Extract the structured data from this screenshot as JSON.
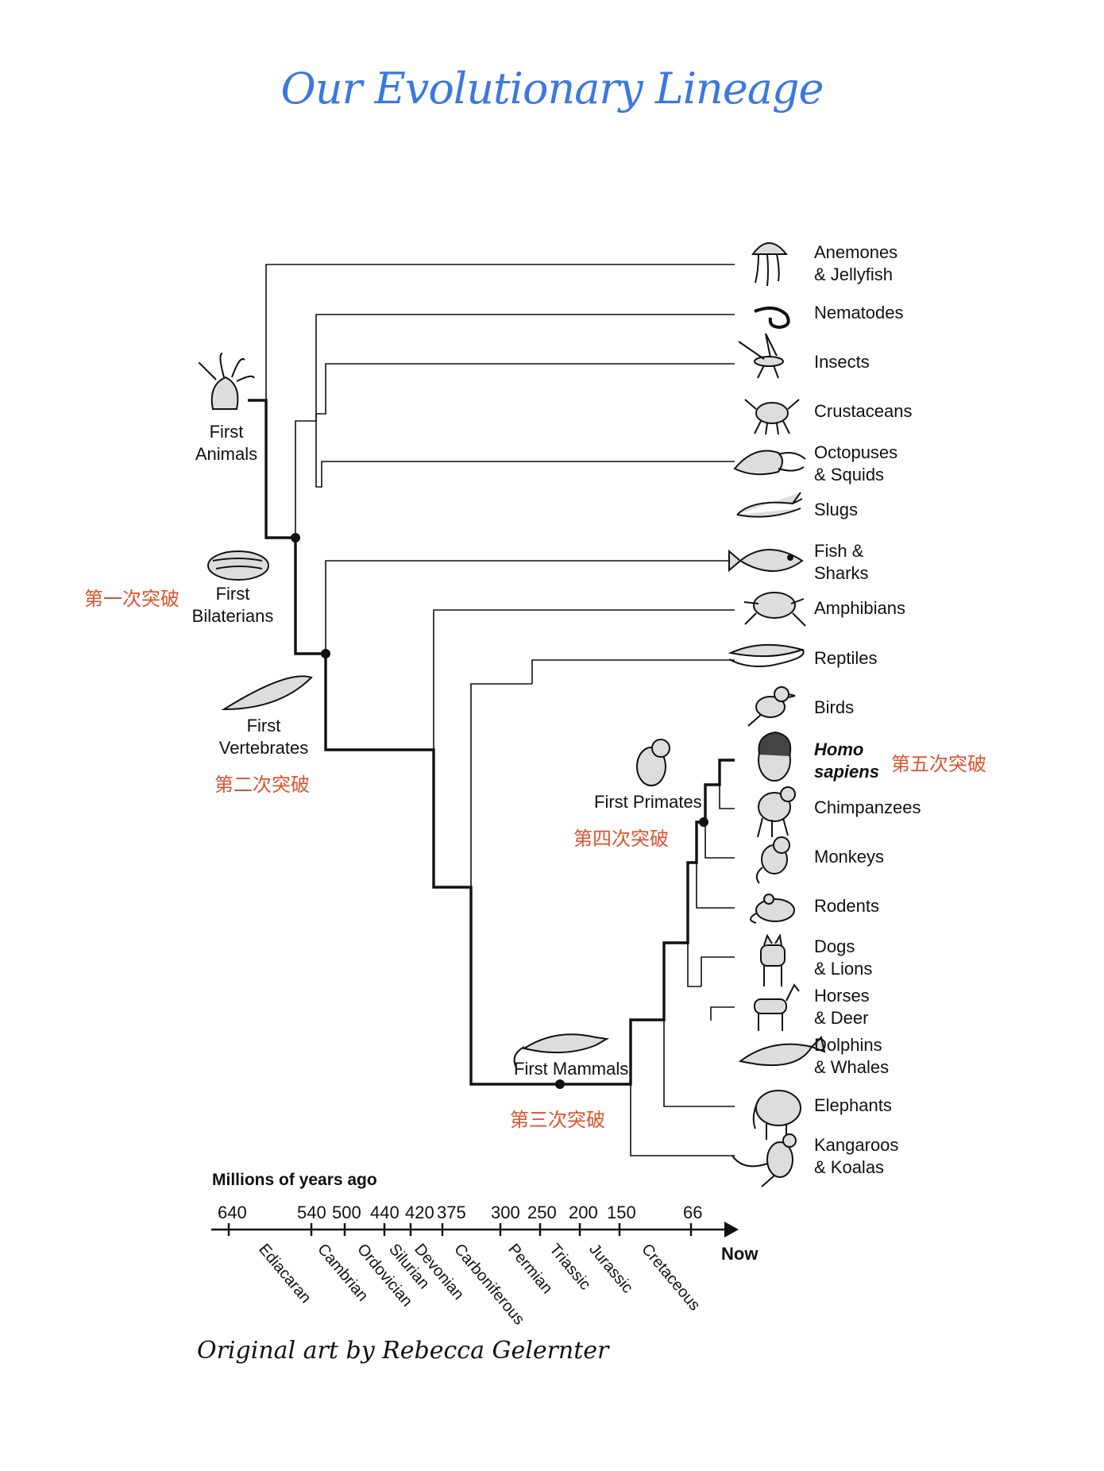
{
  "title": "Our Evolutionary Lineage",
  "taxa": [
    {
      "key": "anemones",
      "label": "Anemones\n& Jellyfish",
      "icon": "jellyfish-icon"
    },
    {
      "key": "nematodes",
      "label": "Nematodes",
      "icon": "worm-icon"
    },
    {
      "key": "insects",
      "label": "Insects",
      "icon": "insect-icon"
    },
    {
      "key": "crustaceans",
      "label": "Crustaceans",
      "icon": "crab-icon"
    },
    {
      "key": "octopuses",
      "label": "Octopuses\n& Squids",
      "icon": "squid-icon"
    },
    {
      "key": "slugs",
      "label": "Slugs",
      "icon": "slug-icon"
    },
    {
      "key": "fish",
      "label": "Fish &\nSharks",
      "icon": "fish-icon"
    },
    {
      "key": "amphibians",
      "label": "Amphibians",
      "icon": "frog-icon"
    },
    {
      "key": "reptiles",
      "label": "Reptiles",
      "icon": "lizard-icon"
    },
    {
      "key": "birds",
      "label": "Birds",
      "icon": "bird-icon"
    },
    {
      "key": "homo",
      "label": "Homo\nsapiens",
      "icon": "human-icon"
    },
    {
      "key": "chimpanzees",
      "label": "Chimpanzees",
      "icon": "chimp-icon"
    },
    {
      "key": "monkeys",
      "label": "Monkeys",
      "icon": "monkey-icon"
    },
    {
      "key": "rodents",
      "label": "Rodents",
      "icon": "rodent-icon"
    },
    {
      "key": "dogs",
      "label": "Dogs\n& Lions",
      "icon": "dog-icon"
    },
    {
      "key": "horses",
      "label": "Horses\n& Deer",
      "icon": "horse-icon"
    },
    {
      "key": "dolphins",
      "label": "Dolphins\n& Whales",
      "icon": "whale-icon"
    },
    {
      "key": "elephants",
      "label": "Elephants",
      "icon": "elephant-icon"
    },
    {
      "key": "kangaroos",
      "label": "Kangaroos\n& Koalas",
      "icon": "kangaroo-icon"
    }
  ],
  "milestones": {
    "first_animals": "First\nAnimals",
    "first_bilaterians": "First\nBilaterians",
    "first_vertebrates": "First\nVertebrates",
    "first_mammals": "First Mammals",
    "first_primates": "First Primates"
  },
  "breakthroughs": {
    "first": "第一次突破",
    "second": "第二次突破",
    "third": "第三次突破",
    "fourth": "第四次突破",
    "fifth": "第五次突破"
  },
  "timeline": {
    "heading": "Millions of years ago",
    "ticks": [
      "640",
      "540",
      "500",
      "440",
      "420",
      "375",
      "300",
      "250",
      "200",
      "150",
      "66"
    ],
    "now": "Now",
    "periods": [
      "Ediacaran",
      "Cambrian",
      "Ordovician",
      "Silurian",
      "Devonian",
      "Carboniferous",
      "Permian",
      "Triassic",
      "Jurassic",
      "Cretaceous"
    ]
  },
  "credit": "Original art by Rebecca Gelernter",
  "colors": {
    "title": "#3b78e0",
    "breakthrough": "#d9542f",
    "line": "#111111"
  }
}
